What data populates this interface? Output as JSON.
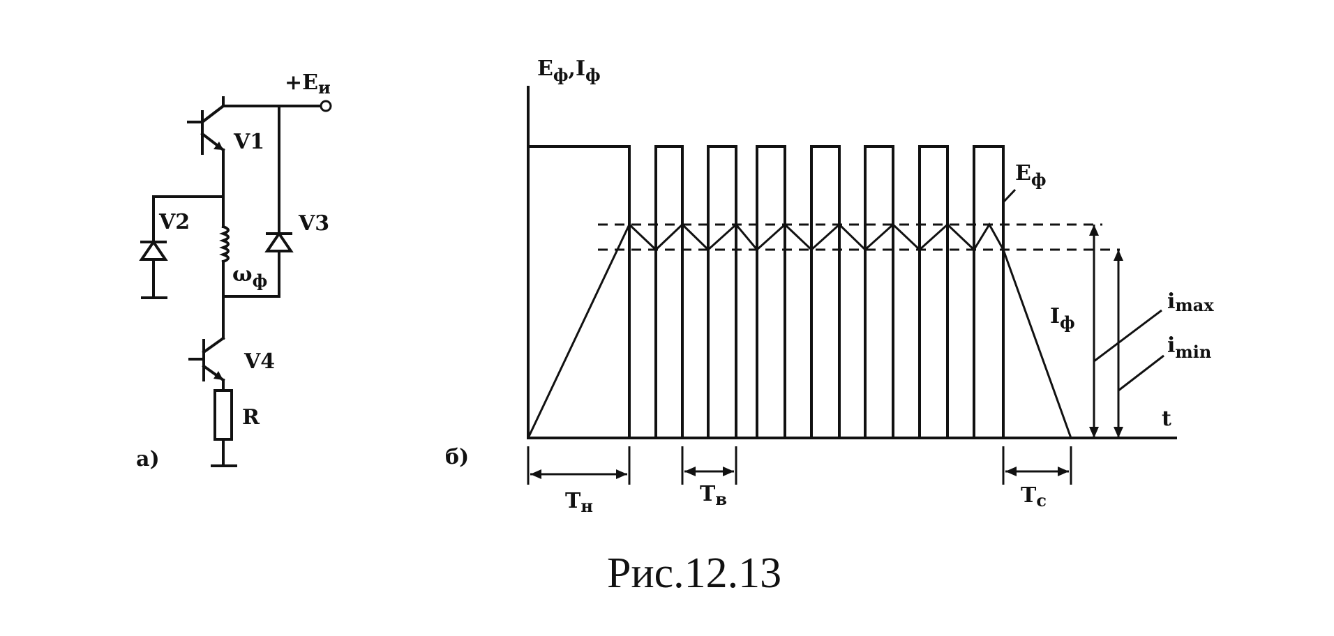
{
  "circuit": {
    "supply_label": "+E",
    "supply_sub": "и",
    "v1": "V1",
    "v2": "V2",
    "v3": "V3",
    "v4": "V4",
    "coil_omega": "ω",
    "coil_sub": "ф",
    "resistor": "R",
    "panel_label": "а)"
  },
  "timing": {
    "axis_y_label_e": "E",
    "axis_y_label_e_sub": "ф",
    "axis_y_sep": ",",
    "axis_y_label_i": "I",
    "axis_y_label_i_sub": "ф",
    "axis_x_label": "t",
    "e_label": "E",
    "e_label_sub": "ф",
    "i_label": "I",
    "i_label_sub": "ф",
    "imax": "i",
    "imax_sub": "max",
    "imin": "i",
    "imin_sub": "min",
    "tn": "T",
    "tn_sub": "н",
    "tv": "T",
    "tv_sub": "в",
    "tc": "T",
    "tc_sub": "с",
    "panel_label": "б)"
  },
  "caption": "Рис.12.13"
}
